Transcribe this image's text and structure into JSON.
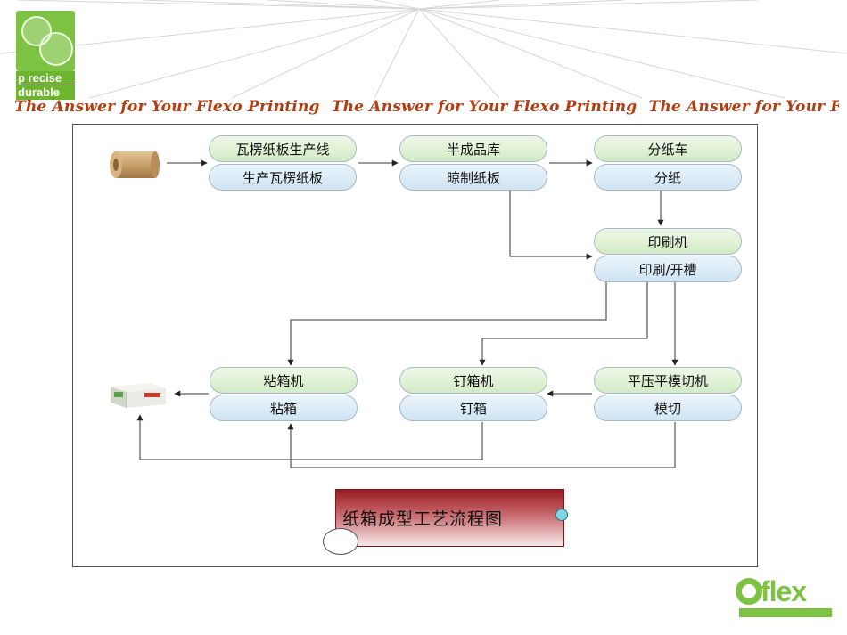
{
  "logo_top": {
    "line1": "p recise",
    "line2": "durable"
  },
  "tagline": {
    "segments": [
      "The Answer for Your Flexo Printing",
      "The Answer for Your Flexo Printing",
      "The Answer for Your Flexo Printing"
    ]
  },
  "flow": {
    "corrugator_line": {
      "name": "瓦楞纸板生产线",
      "action": "生产瓦楞纸板"
    },
    "semi_finished": {
      "name": "半成品库",
      "action": "晾制纸板"
    },
    "slitter": {
      "name": "分纸车",
      "action": "分纸"
    },
    "printer": {
      "name": "印刷机",
      "action": "印刷/开槽"
    },
    "die_cutter": {
      "name": "平压平模切机",
      "action": "模切"
    },
    "stitcher": {
      "name": "钉箱机",
      "action": "钉箱"
    },
    "gluer": {
      "name": "粘箱机",
      "action": "粘箱"
    }
  },
  "caption": "纸箱成型工艺流程图",
  "logo_bottom": {
    "word": "flex"
  },
  "colors": {
    "tagline": "#b13d12",
    "pill_top": "#d3ebc5",
    "pill_bottom": "#cfe4f3",
    "caption_box": "#9a1b22",
    "logo_green": "#7dc242"
  }
}
